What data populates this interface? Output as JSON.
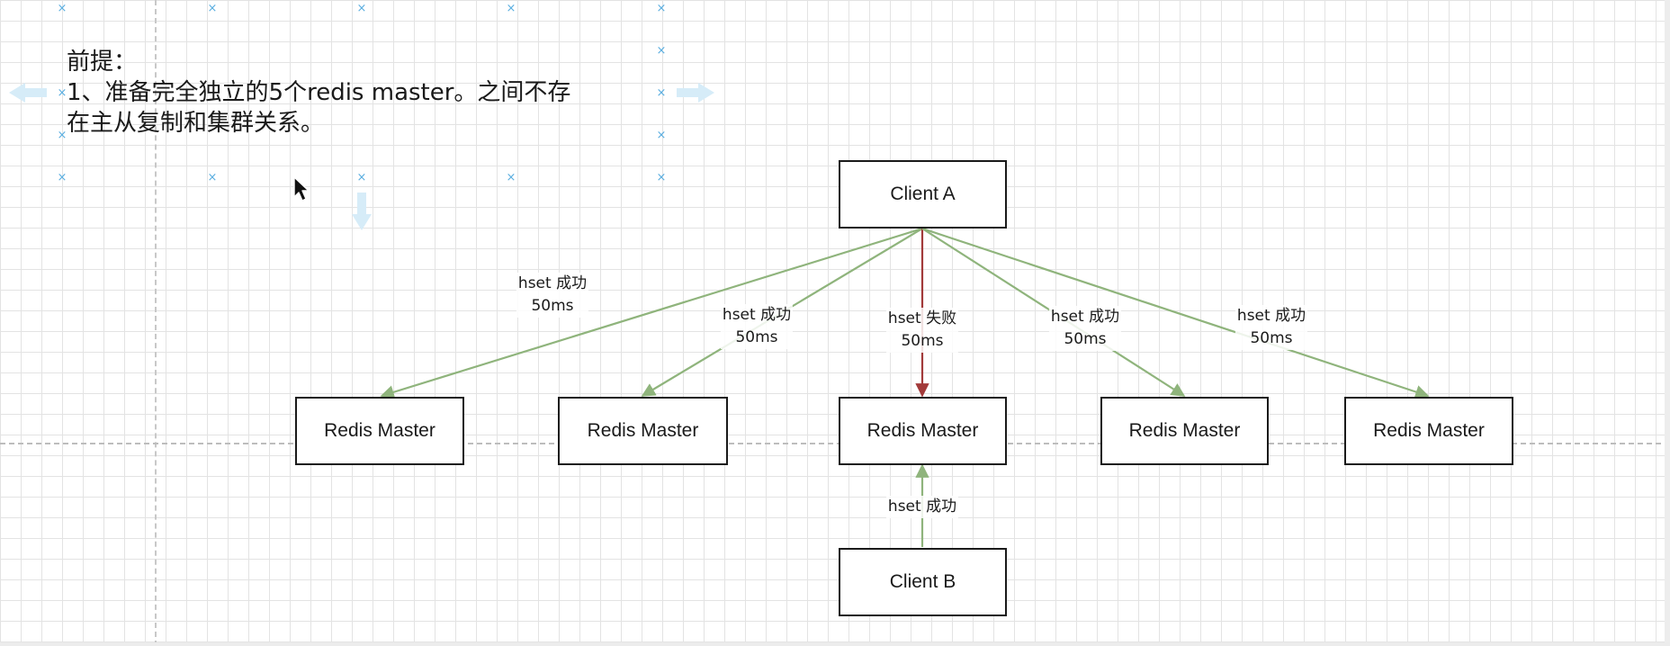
{
  "premise": {
    "title": "前提：",
    "line1": "1、准备完全独立的5个redis master。之间不存",
    "line2": "在主从复制和集群关系。"
  },
  "colors": {
    "success_edge": "#8fb47c",
    "failure_edge": "#a23a3a",
    "node_border": "#1a1a1a",
    "selection_handle": "#5aaee0",
    "grid": "#e3e3e3"
  },
  "nodes": {
    "client_a": "Client A",
    "client_b": "Client B",
    "master_1": "Redis Master",
    "master_2": "Redis Master",
    "master_3": "Redis Master",
    "master_4": "Redis Master",
    "master_5": "Redis Master"
  },
  "edges": {
    "a_to_m1": {
      "op": "hset 成功",
      "time": "50ms",
      "status": "success"
    },
    "a_to_m2": {
      "op": "hset 成功",
      "time": "50ms",
      "status": "success"
    },
    "a_to_m3": {
      "op": "hset 失败",
      "time": "50ms",
      "status": "failure"
    },
    "a_to_m4": {
      "op": "hset 成功",
      "time": "50ms",
      "status": "success"
    },
    "a_to_m5": {
      "op": "hset 成功",
      "time": "50ms",
      "status": "success"
    },
    "b_to_m3": {
      "op": "hset 成功",
      "status": "success"
    }
  },
  "icons": {
    "selection_handle": "×",
    "cursor": "arrow-pointer-icon"
  }
}
